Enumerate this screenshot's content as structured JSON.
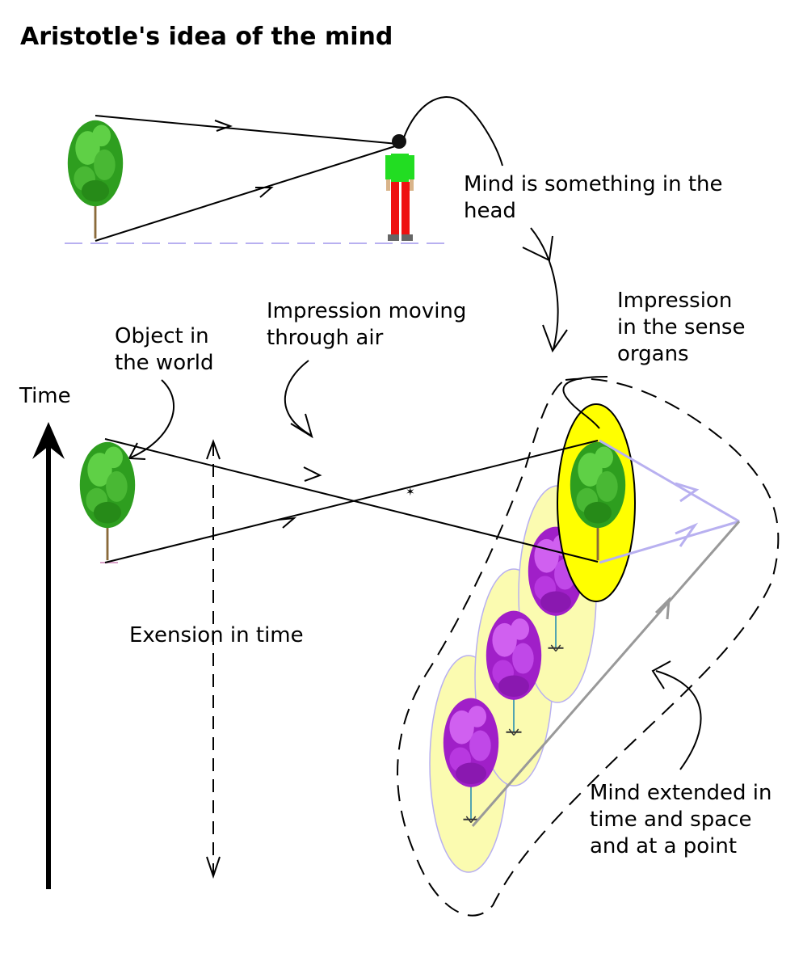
{
  "title": "Aristotle's idea of the mind",
  "labels": {
    "mind_in_head": [
      "Mind is something in the",
      "head"
    ],
    "impression_air": [
      "Impression moving",
      "through air"
    ],
    "object_world": [
      "Object in",
      "the world"
    ],
    "impression_sense": [
      "Impression",
      "in the sense",
      "organs"
    ],
    "time": "Time",
    "extension_time": "Exension in time",
    "mind_extended": [
      "Mind extended in",
      "time and space",
      "and at a point"
    ]
  },
  "colors": {
    "tree_leaf": "#2e9e1f",
    "tree_leaf_light": "#5fd046",
    "tree_trunk": "#8a6a3a",
    "memory_tree": "#a01fc8",
    "memory_tree_light": "#d060f0",
    "ellipse_fill": "#fbfbb0",
    "ellipse_bright": "#ffff00",
    "ray_lavender": "#b8b0f0",
    "shirt": "#22dd22",
    "trousers": "#ee1111"
  }
}
